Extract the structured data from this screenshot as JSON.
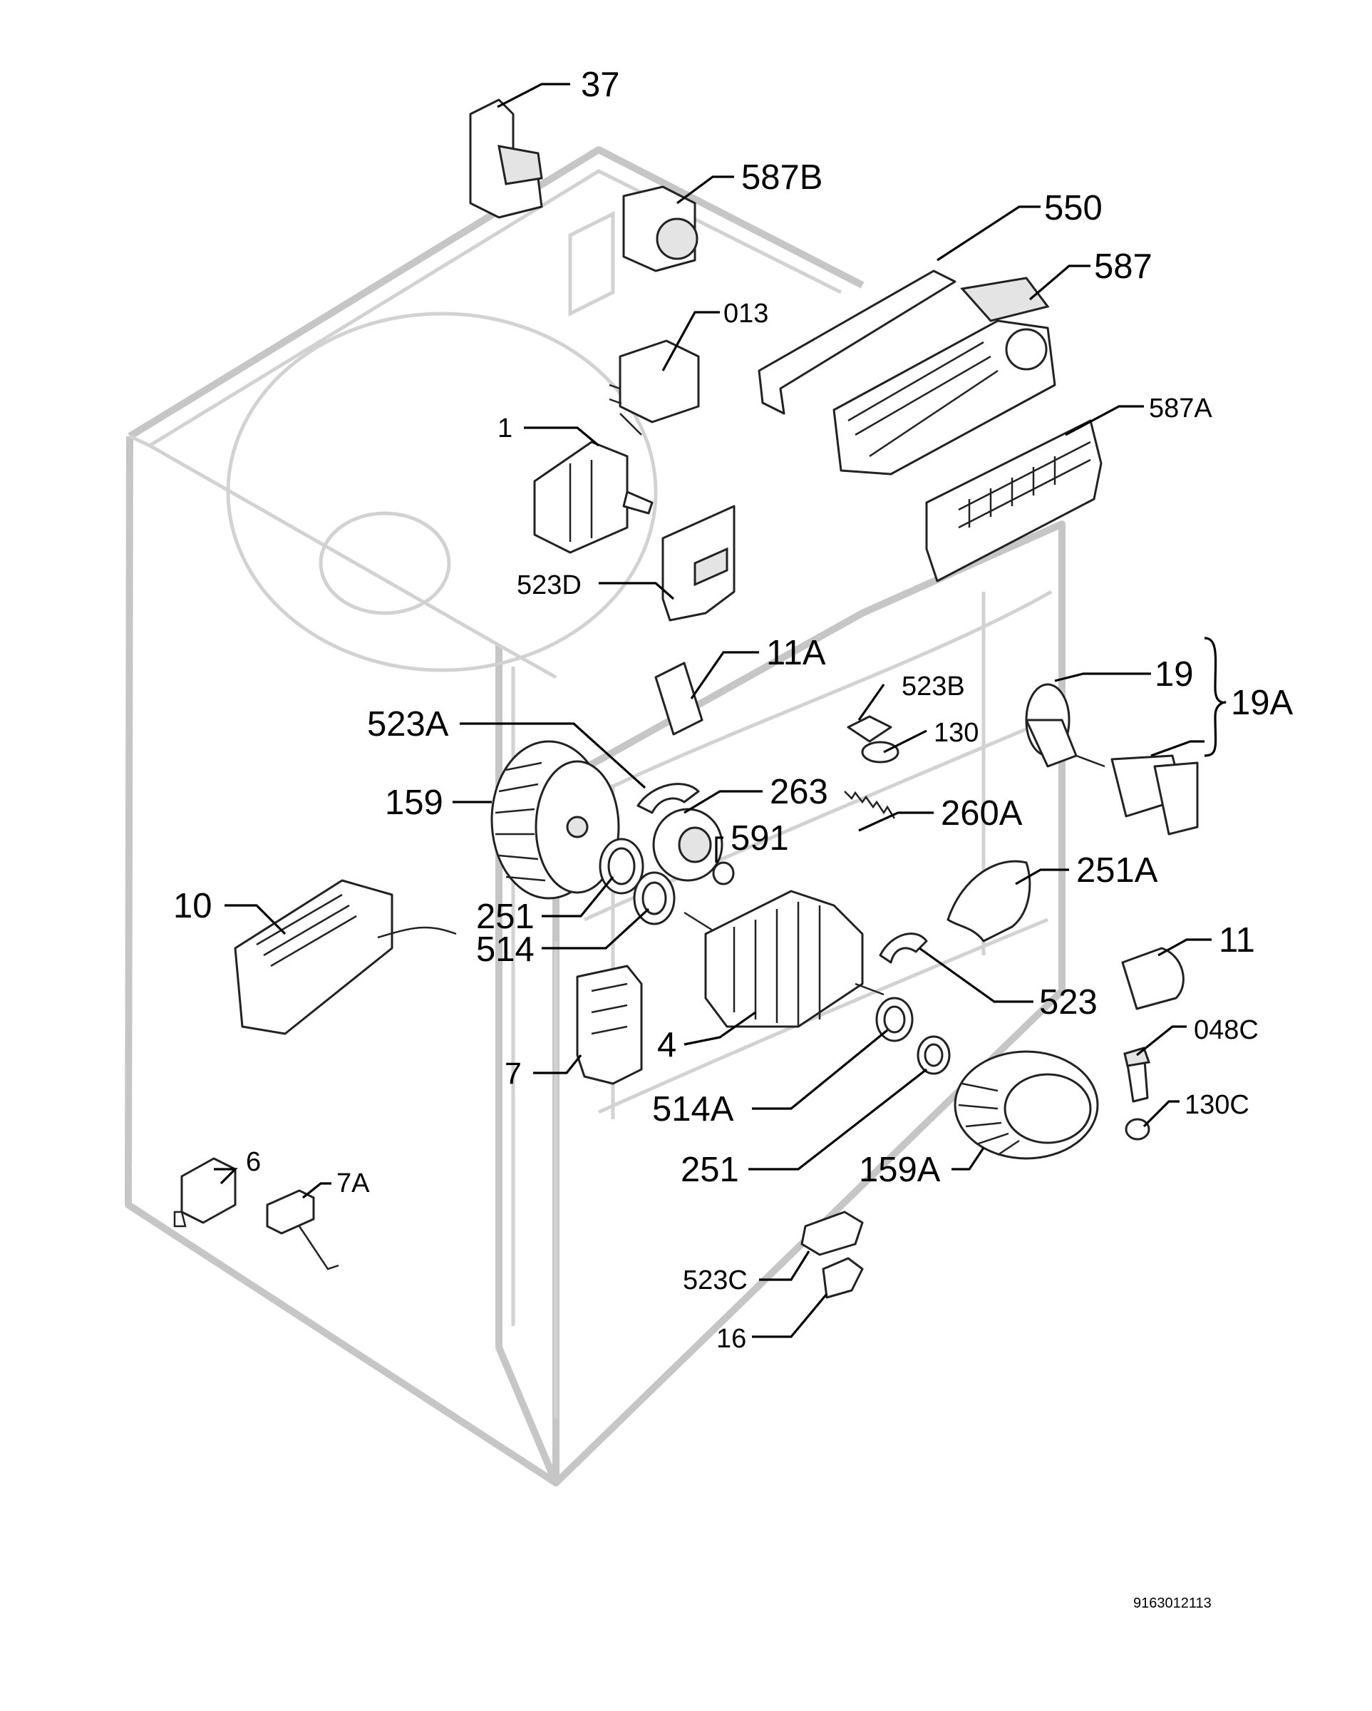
{
  "callouts": [
    {
      "id": "37",
      "text": "37"
    },
    {
      "id": "587B",
      "text": "587B"
    },
    {
      "id": "550",
      "text": "550"
    },
    {
      "id": "587",
      "text": "587"
    },
    {
      "id": "013",
      "text": "013"
    },
    {
      "id": "587A",
      "text": "587A"
    },
    {
      "id": "1",
      "text": "1"
    },
    {
      "id": "523D",
      "text": "523D"
    },
    {
      "id": "11A",
      "text": "11A"
    },
    {
      "id": "523B",
      "text": "523B"
    },
    {
      "id": "19",
      "text": "19"
    },
    {
      "id": "19A",
      "text": "19A"
    },
    {
      "id": "130",
      "text": "130"
    },
    {
      "id": "523A",
      "text": "523A"
    },
    {
      "id": "263",
      "text": "263"
    },
    {
      "id": "159",
      "text": "159"
    },
    {
      "id": "591",
      "text": "591"
    },
    {
      "id": "260A",
      "text": "260A"
    },
    {
      "id": "10",
      "text": "10"
    },
    {
      "id": "251A",
      "text": "251A"
    },
    {
      "id": "251-upper",
      "text": "251"
    },
    {
      "id": "514",
      "text": "514"
    },
    {
      "id": "11",
      "text": "11"
    },
    {
      "id": "523",
      "text": "523"
    },
    {
      "id": "048C",
      "text": "048C"
    },
    {
      "id": "4",
      "text": "4"
    },
    {
      "id": "7",
      "text": "7"
    },
    {
      "id": "130C",
      "text": "130C"
    },
    {
      "id": "514A",
      "text": "514A"
    },
    {
      "id": "251-lower",
      "text": "251"
    },
    {
      "id": "159A",
      "text": "159A"
    },
    {
      "id": "6",
      "text": "6"
    },
    {
      "id": "7A",
      "text": "7A"
    },
    {
      "id": "523C",
      "text": "523C"
    },
    {
      "id": "16",
      "text": "16"
    }
  ],
  "document_number": "9163012113"
}
